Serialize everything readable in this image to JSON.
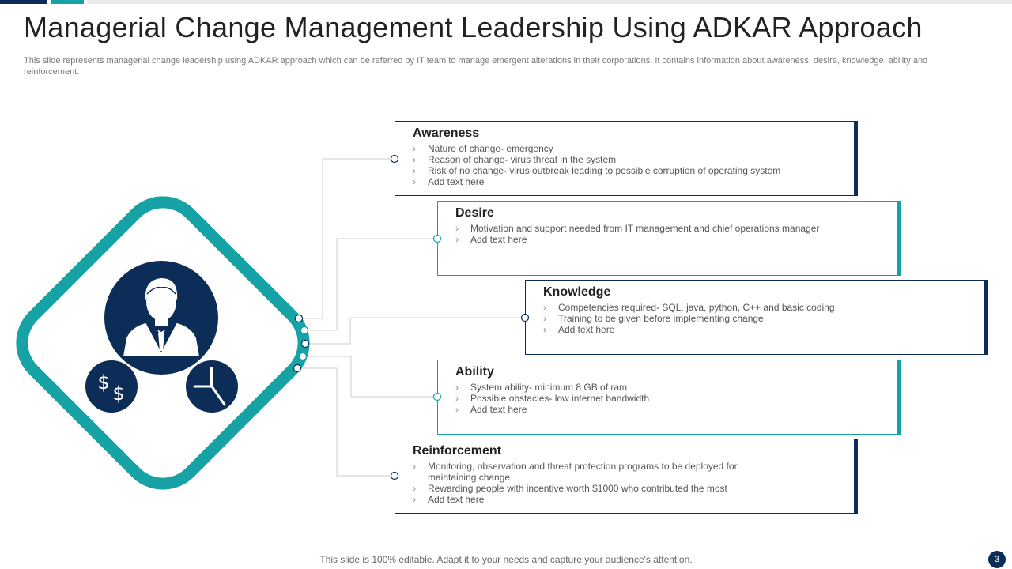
{
  "title": "Managerial Change Management Leadership Using ADKAR Approach",
  "subtitle": "This slide represents managerial change leadership using ADKAR approach which can be referred by IT team to manage emergent alterations in their corporations. It contains information about awareness, desire, knowledge, ability and reinforcement.",
  "icons": {
    "person": "businessman-icon",
    "money": "dollar-icon",
    "time": "clock-icon"
  },
  "colors": {
    "navy": "#0c2d57",
    "teal": "#17a2a6",
    "connector": "#cccccc"
  },
  "cards": [
    {
      "heading": "Awareness",
      "accent": "navy",
      "items": [
        "Nature of change- emergency",
        "Reason of change- virus threat in the system",
        "Risk of no change- virus outbreak leading to possible corruption of operating system",
        "Add text here"
      ]
    },
    {
      "heading": "Desire",
      "accent": "teal",
      "items": [
        "Motivation and support needed from IT management and chief operations manager",
        "Add text here"
      ]
    },
    {
      "heading": "Knowledge",
      "accent": "navy",
      "items": [
        "Competencies required- SQL, java, python, C++ and basic coding",
        "Training to be given before implementing change",
        "Add text here"
      ]
    },
    {
      "heading": "Ability",
      "accent": "teal",
      "items": [
        "System ability- minimum 8 GB of ram",
        "Possible obstacles- low internet bandwidth",
        "Add text here"
      ]
    },
    {
      "heading": "Reinforcement",
      "accent": "navy",
      "items": [
        "Monitoring, observation and threat protection programs to be deployed for maintaining change",
        "Rewarding people with incentive worth $1000 who contributed the most",
        "Add text here"
      ]
    }
  ],
  "footer": "This slide is 100% editable. Adapt it to your needs and capture your audience's attention.",
  "page_number": "3"
}
